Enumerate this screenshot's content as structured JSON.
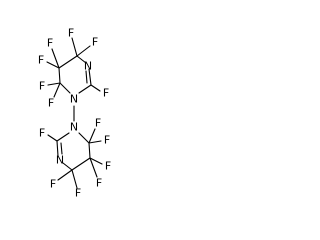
{
  "molecule": {
    "atoms": [
      {
        "label": "N"
      },
      {
        "label": "N"
      },
      {
        "label": "N"
      },
      {
        "label": "N"
      }
    ],
    "fluorines": [
      {
        "label": "F"
      },
      {
        "label": "F"
      },
      {
        "label": "F"
      },
      {
        "label": "F"
      },
      {
        "label": "F"
      },
      {
        "label": "F"
      },
      {
        "label": "F"
      },
      {
        "label": "F"
      },
      {
        "label": "F"
      },
      {
        "label": "F"
      },
      {
        "label": "F"
      },
      {
        "label": "F"
      },
      {
        "label": "F"
      },
      {
        "label": "F"
      }
    ]
  }
}
